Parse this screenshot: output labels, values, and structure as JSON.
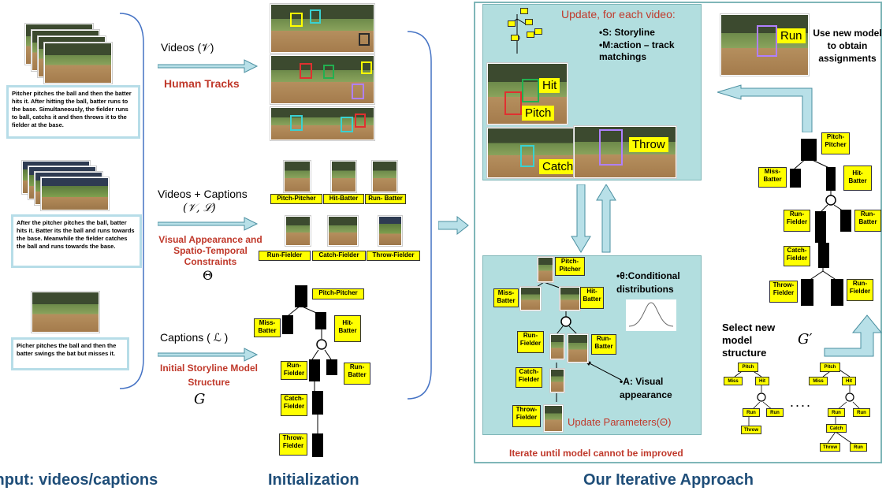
{
  "input": {
    "title": "Input: videos/captions",
    "captions": [
      "Pitcher pitches the ball and then the batter hits it. After hitting the ball, batter runs to the base. Simultaneously, the fielder runs to ball, catchs it and then throws it to the fielder at the base.",
      "After the pitcher pitches the ball, batter hits it. Batter its the ball and runs towards the base.  Meanwhile the fielder catches the ball and runs towards the base.",
      "Picher pitches the ball and then the batter swings the bat but misses it."
    ]
  },
  "initialization": {
    "title": "Initialization",
    "arrow1_label": "Videos (𝒱)",
    "arrow1_sub": "Human Tracks",
    "arrow2_label": "Videos + Captions",
    "arrow2_math": "(𝒱, ℒ)",
    "arrow2_sub": "Visual Appearance and Spatio-Temporal Constraints",
    "arrow2_sym": "Θ",
    "arrow3_label": "Captions ( ℒ  )",
    "arrow3_sub": "Initial Storyline Model Structure",
    "arrow3_sym": "G",
    "thumb_labels": [
      "Pitch-Pitcher",
      "Hit-Batter",
      "Run- Batter",
      "Run-Fielder",
      "Catch-Fielder",
      "Throw-Fielder"
    ],
    "tree_labels": {
      "pitch": "Pitch-Pitcher",
      "miss": "Miss-Batter",
      "hit": "Hit-Batter",
      "run_fielder": "Run-Fielder",
      "run_batter": "Run-Batter",
      "catch": "Catch-Fielder",
      "throw": "Throw-Fielder"
    }
  },
  "iterative": {
    "title": "Our Iterative Approach",
    "update_title": "Update, for each video:",
    "bullet_s": "•S: Storyline",
    "bullet_m": "•M:action – track matchings",
    "action_labels": {
      "hit": "Hit",
      "pitch": "Pitch",
      "throw": "Throw",
      "catch": "Catch",
      "run": "Run"
    },
    "theta_text": "•θ:Conditional distributions",
    "visual_text": "•A: Visual appearance",
    "update_params": "Update Parameters(Θ)",
    "iterate_text": "Iterate until model cannot be improved",
    "new_model_text": "Use new model to obtain assignments",
    "select_text": "Select new model structure",
    "select_sym": "G′",
    "ellipsis": "....",
    "mini_labels": {
      "pitch": "Pitch",
      "miss": "Miss",
      "hit": "Hit",
      "run": "Run",
      "throw": "Throw",
      "catch": "Catch"
    }
  }
}
